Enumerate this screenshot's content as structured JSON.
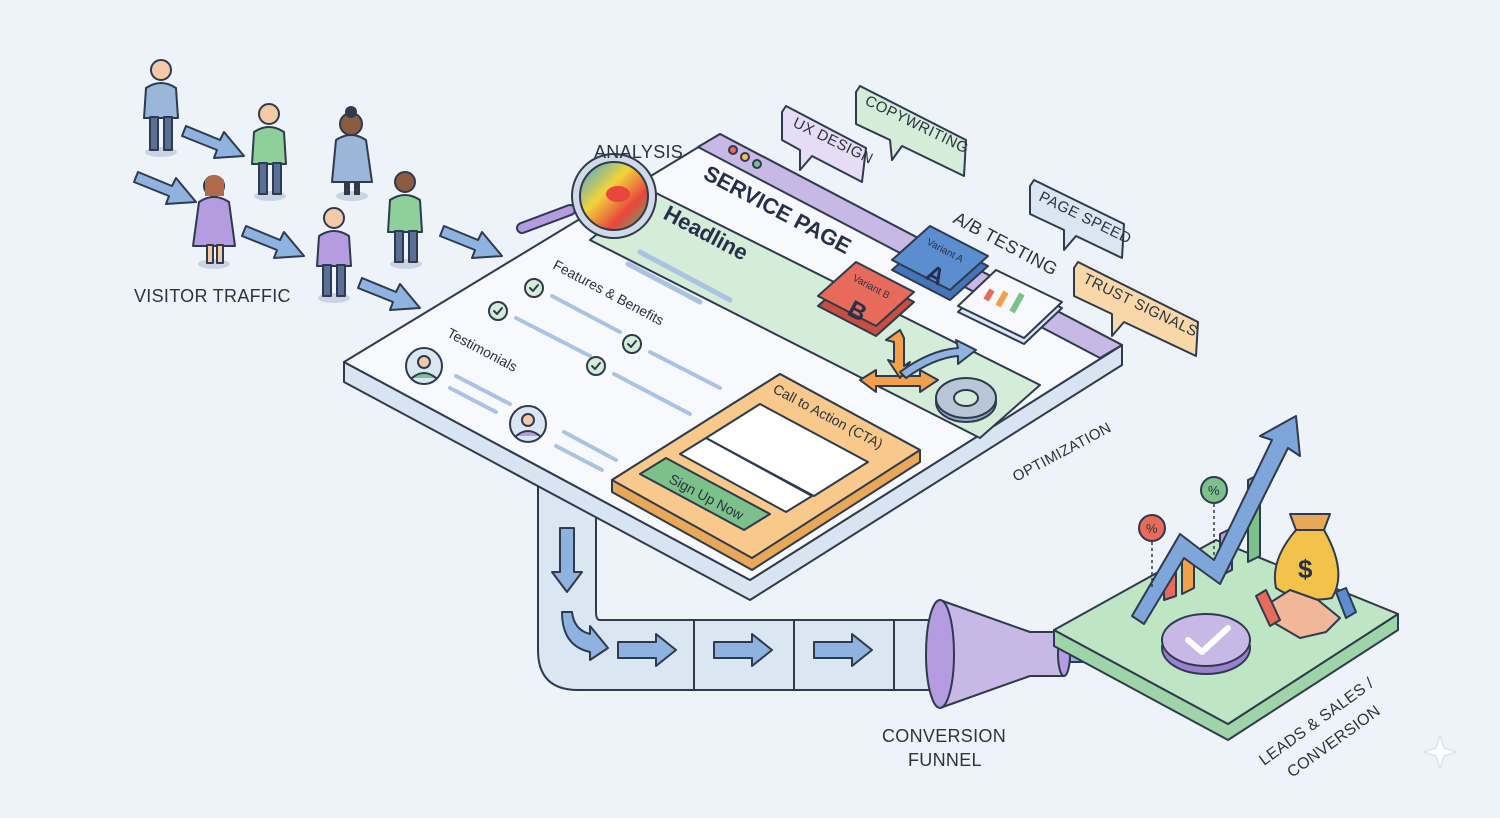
{
  "labels": {
    "visitor_traffic": "VISITOR TRAFFIC",
    "analysis": "ANALYSIS",
    "service_page": "SERVICE PAGE",
    "headline": "Headline",
    "features": "Features & Benefits",
    "testimonials": "Testimonials",
    "variant_a_small": "Variant A",
    "variant_a": "A",
    "variant_b_small": "Variant B",
    "variant_b": "B",
    "ab_testing": "A/B TESTING",
    "cta_title": "Call to Action (CTA)",
    "cta_button": "Sign Up Now",
    "optimization": "OPTIMIZATION",
    "conversion_funnel_1": "CONVERSION",
    "conversion_funnel_2": "FUNNEL",
    "leads_1": "LEADS & SALES /",
    "leads_2": "CONVERSION",
    "percent": "%",
    "dollar": "$"
  },
  "tags": {
    "ux_design": "UX DESIGN",
    "copywriting": "COPYWRITING",
    "page_speed": "PAGE SPEED",
    "trust_signals": "TRUST SIGNALS"
  },
  "colors": {
    "background": "#eef3fa",
    "browser_bar": "#c7b8e6",
    "headline_panel": "#d5ecd9",
    "cta_panel": "#f8c98a",
    "cta_button": "#7cc08a",
    "variant_a": "#5b8ed1",
    "variant_b": "#e86a5a",
    "funnel": "#b59be0",
    "conversion_platform": "#bfe6c4",
    "arrow": "#8fb3e0"
  }
}
